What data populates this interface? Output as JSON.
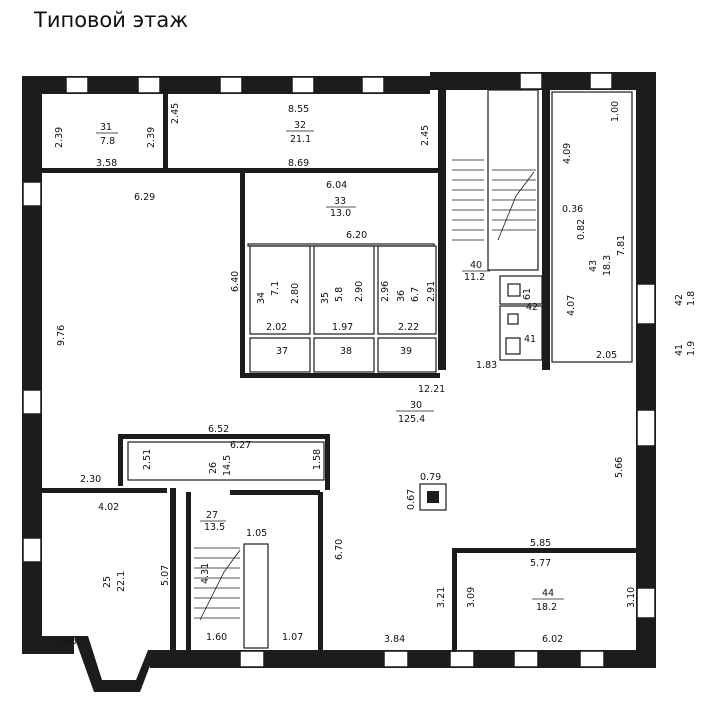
{
  "title": "Типовой этаж",
  "dimensions": [
    {
      "id": "d-8-55",
      "text": "8.55"
    },
    {
      "id": "d-2-45-a",
      "text": "2.45"
    },
    {
      "id": "d-2-45-b",
      "text": "2.45"
    },
    {
      "id": "d-2-39-a",
      "text": "2.39"
    },
    {
      "id": "d-2-39-b",
      "text": "2.39"
    },
    {
      "id": "d-3-58",
      "text": "3.58"
    },
    {
      "id": "d-8-69",
      "text": "8.69"
    },
    {
      "id": "d-6-29",
      "text": "6.29"
    },
    {
      "id": "d-6-04",
      "text": "6.04"
    },
    {
      "id": "d-6-20",
      "text": "6.20"
    },
    {
      "id": "d-6-40",
      "text": "6.40"
    },
    {
      "id": "d-2-80",
      "text": "2.80"
    },
    {
      "id": "d-2-90",
      "text": "2.90"
    },
    {
      "id": "d-2-96",
      "text": "2.96"
    },
    {
      "id": "d-2-91",
      "text": "2.91"
    },
    {
      "id": "d-2-02",
      "text": "2.02"
    },
    {
      "id": "d-1-97",
      "text": "1.97"
    },
    {
      "id": "d-2-22",
      "text": "2.22"
    },
    {
      "id": "d-9-76",
      "text": "9.76"
    },
    {
      "id": "d-1-00",
      "text": "1.00"
    },
    {
      "id": "d-4-09",
      "text": "4.09"
    },
    {
      "id": "d-0-36",
      "text": "0.36"
    },
    {
      "id": "d-0-82",
      "text": "0.82"
    },
    {
      "id": "d-7-81",
      "text": "7.81"
    },
    {
      "id": "d-4-07",
      "text": "4.07"
    },
    {
      "id": "d-2-05",
      "text": "2.05"
    },
    {
      "id": "d-1-83",
      "text": "1.83"
    },
    {
      "id": "d-12-21",
      "text": "12.21"
    },
    {
      "id": "d-6-52",
      "text": "6.52"
    },
    {
      "id": "d-6-27",
      "text": "6.27"
    },
    {
      "id": "d-2-51",
      "text": "2.51"
    },
    {
      "id": "d-1-58",
      "text": "1.58"
    },
    {
      "id": "d-2-30",
      "text": "2.30"
    },
    {
      "id": "d-4-02",
      "text": "4.02"
    },
    {
      "id": "d-0-79",
      "text": "0.79"
    },
    {
      "id": "d-0-67",
      "text": "0.67"
    },
    {
      "id": "d-5-66",
      "text": "5.66"
    },
    {
      "id": "d-1-05-a",
      "text": "1.05"
    },
    {
      "id": "d-4-31",
      "text": "4.31"
    },
    {
      "id": "d-6-70",
      "text": "6.70"
    },
    {
      "id": "d-5-07",
      "text": "5.07"
    },
    {
      "id": "d-5-85",
      "text": "5.85"
    },
    {
      "id": "d-5-77",
      "text": "5.77"
    },
    {
      "id": "d-3-21",
      "text": "3.21"
    },
    {
      "id": "d-3-09",
      "text": "3.09"
    },
    {
      "id": "d-3-10",
      "text": "3.10"
    },
    {
      "id": "d-1-60",
      "text": "1.60"
    },
    {
      "id": "d-1-07",
      "text": "1.07"
    },
    {
      "id": "d-3-84",
      "text": "3.84"
    },
    {
      "id": "d-6-02",
      "text": "6.02"
    },
    {
      "id": "d-1-05-b",
      "text": "1.05"
    }
  ],
  "rooms": [
    {
      "id": "room-31",
      "number": "31",
      "area": "7.8"
    },
    {
      "id": "room-32-top",
      "number": "32",
      "area": "21.1"
    },
    {
      "id": "room-33",
      "number": "33",
      "area": "13.0"
    },
    {
      "id": "room-34",
      "number": "34",
      "area": "7.1"
    },
    {
      "id": "room-35",
      "number": "35",
      "area": "5.8"
    },
    {
      "id": "room-36",
      "number": "36",
      "area": "6.7"
    },
    {
      "id": "room-37",
      "number": "37",
      "area": ""
    },
    {
      "id": "room-38",
      "number": "38",
      "area": ""
    },
    {
      "id": "room-39",
      "number": "39",
      "area": ""
    },
    {
      "id": "room-40",
      "number": "40",
      "area": "11.2"
    },
    {
      "id": "room-41-small",
      "number": "41",
      "area": ""
    },
    {
      "id": "room-42-small",
      "number": "42",
      "area": ""
    },
    {
      "id": "room-43",
      "number": "43",
      "area": "18.3"
    },
    {
      "id": "room-61",
      "number": "61",
      "area": ""
    },
    {
      "id": "room-42-side",
      "number": "42",
      "area": "1.8"
    },
    {
      "id": "room-41-side",
      "number": "41",
      "area": "1.9"
    },
    {
      "id": "room-30",
      "number": "30",
      "area": "125.4"
    },
    {
      "id": "room-26",
      "number": "26",
      "area": "14.5"
    },
    {
      "id": "room-27",
      "number": "27",
      "area": "13.5"
    },
    {
      "id": "room-25",
      "number": "25",
      "area": "22.1"
    },
    {
      "id": "room-44",
      "number": "44",
      "area": "18.2"
    }
  ]
}
